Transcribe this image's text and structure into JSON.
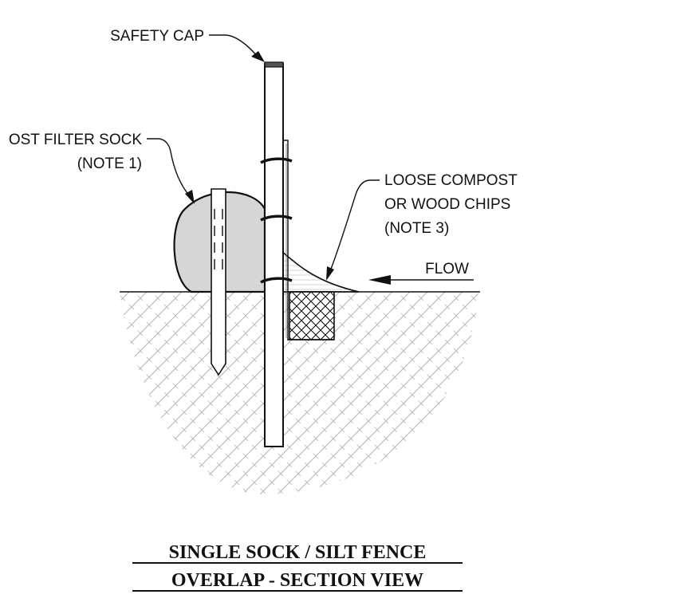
{
  "labels": {
    "safety_cap": "SAFETY CAP",
    "filter_sock": "OST FILTER SOCK",
    "note1": "(NOTE 1)",
    "loose_line1": "LOOSE COMPOST",
    "loose_line2": "OR WOOD CHIPS",
    "note3": "(NOTE 3)",
    "flow": "FLOW"
  },
  "title": {
    "line1": "SINGLE SOCK / SILT FENCE",
    "line2": "OVERLAP - SECTION VIEW"
  },
  "colors": {
    "line": "#111111",
    "sock_fill": "#d6d6d6",
    "hatch": "#b3b3b3",
    "cap": "#555555"
  },
  "icons": [
    "arrowhead-icon"
  ]
}
